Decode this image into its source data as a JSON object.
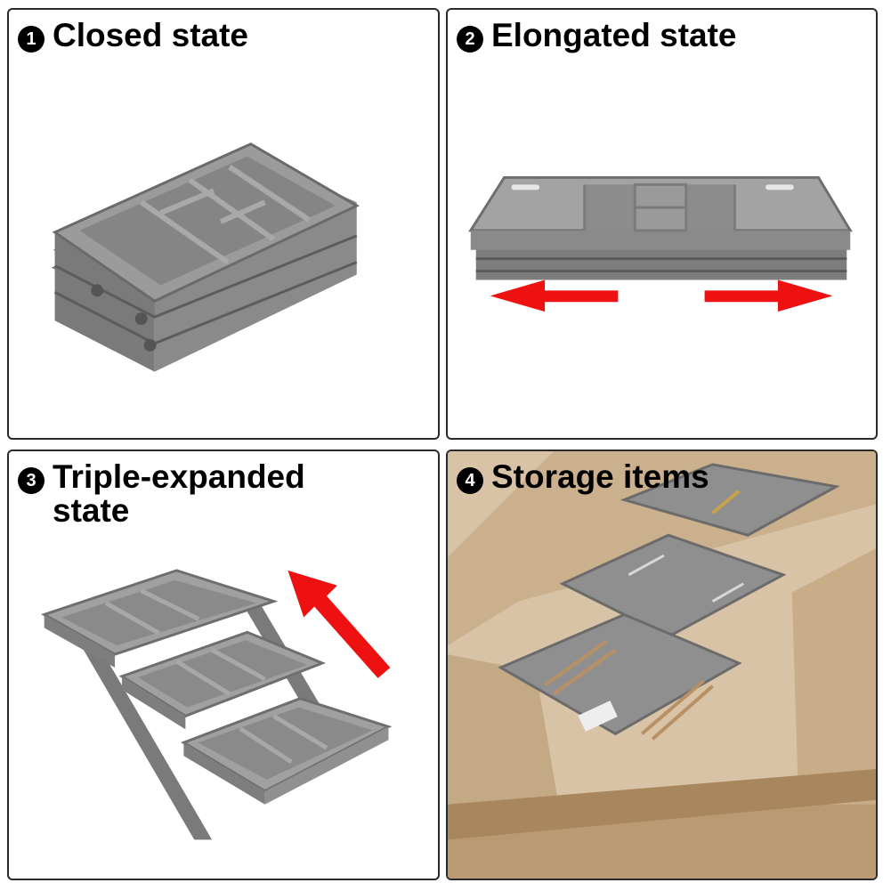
{
  "panels": [
    {
      "number": "1",
      "title": "Closed state"
    },
    {
      "number": "2",
      "title": "Elongated state"
    },
    {
      "number": "3",
      "title": "Triple-expanded\nstate"
    },
    {
      "number": "4",
      "title": "Storage items"
    }
  ],
  "colors": {
    "tray": "#8e8e8e",
    "tray_light": "#a7a7a7",
    "tray_dark": "#6f6f6f",
    "arrow": "#ee1111",
    "wood": "#d9c3a6",
    "border": "#2b2b2b"
  }
}
